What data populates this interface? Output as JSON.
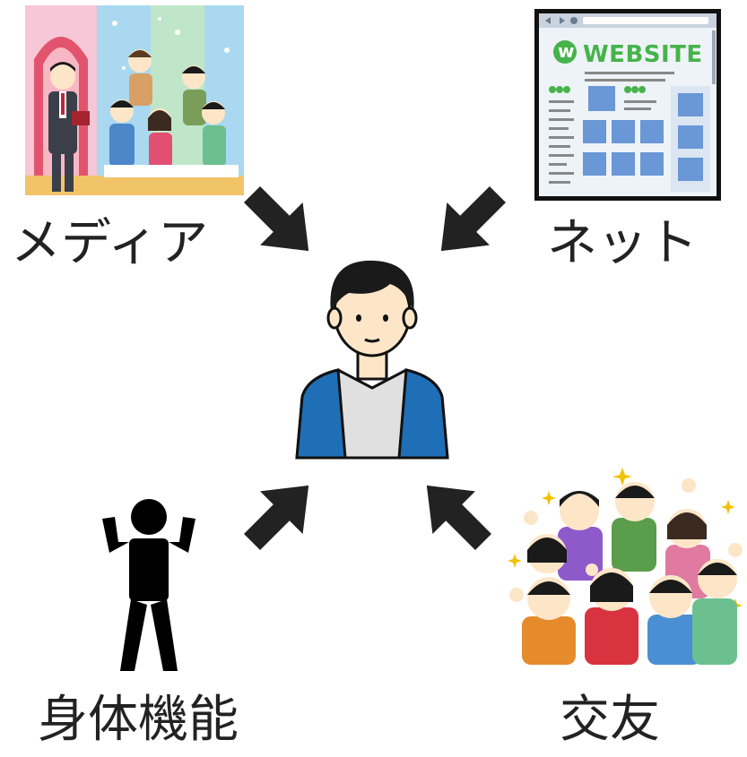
{
  "labels": {
    "media": "メディア",
    "net": "ネット",
    "body_function": "身体機能",
    "friends": "交友"
  },
  "website_card": {
    "title": "WEBSITE",
    "logo_letter": "w"
  },
  "colors": {
    "arrow": "#222222",
    "jacket": "#1f6fb7",
    "tshirt": "#e0e0e0",
    "skin": "#fde6c8",
    "hair": "#1a1a1a",
    "website_green": "#46b34a",
    "website_blue": "#6a97d6"
  }
}
